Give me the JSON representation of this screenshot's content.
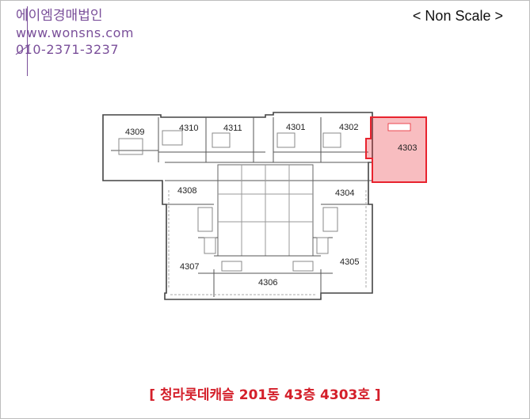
{
  "brand": {
    "name": "에이엠경매법인",
    "website": "www.wonsns.com",
    "phone": "010-2371-3237"
  },
  "scale_note": "< Non Scale >",
  "floor_plan": {
    "units": [
      "4309",
      "4310",
      "4311",
      "4301",
      "4302",
      "4303",
      "4308",
      "4304",
      "4307",
      "4305",
      "4306"
    ],
    "highlighted_unit": "4303",
    "highlight_color": "#e8232e"
  },
  "caption": {
    "open": "[ ",
    "complex": "청라롯데캐슬 ",
    "building_no": "201",
    "building_suffix": "동 ",
    "floor_no": "43",
    "floor_suffix": "층 ",
    "unit_no": "4303",
    "unit_suffix": "호",
    "close": " ]"
  }
}
